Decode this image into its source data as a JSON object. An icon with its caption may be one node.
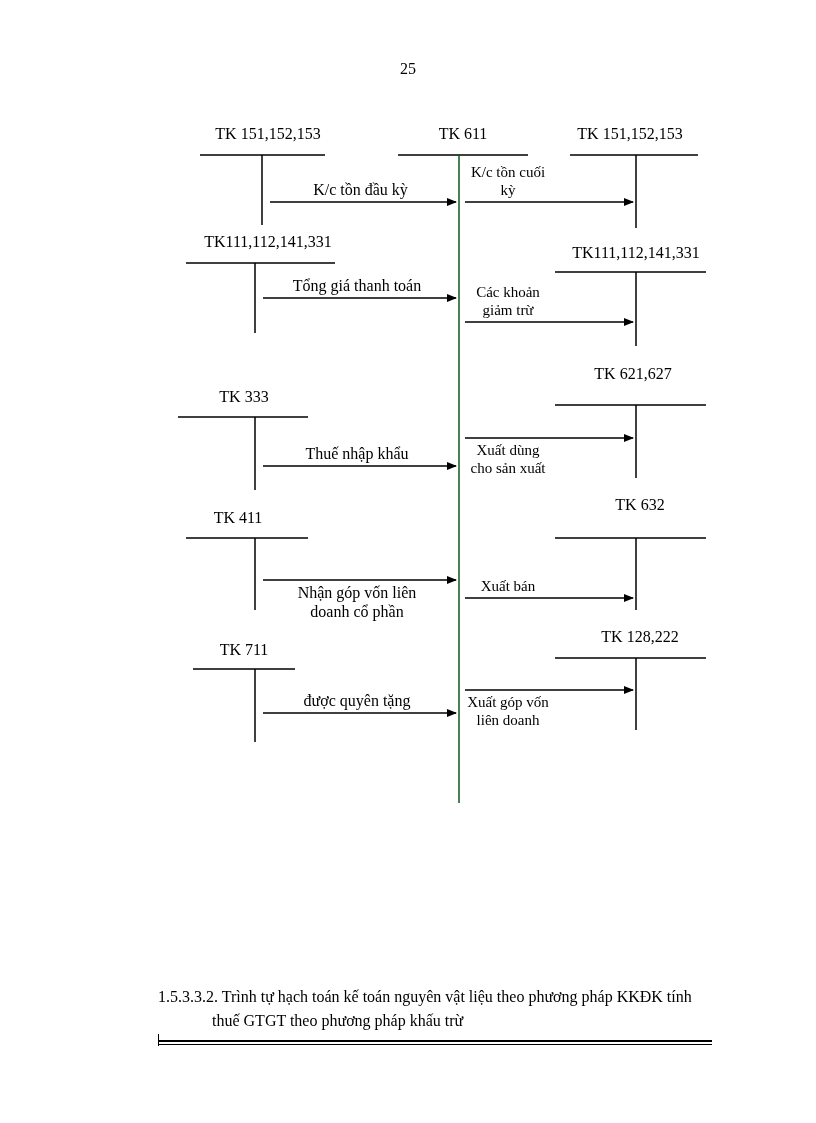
{
  "diagram": {
    "caption": "1.5.3.3.2. Trình tự hạch toán kế toán nguyên vật liệu theo phương pháp KKĐK tính thuế GTGT theo phương pháp khấu trừ",
    "nodes": [
      {
        "text": [
          "TK 151,152,153"
        ]
      },
      {
        "text": [
          "TK 611"
        ]
      },
      {
        "text": [
          "TK 151,152,153"
        ]
      },
      {
        "text": [
          "TK111,112,141,331"
        ]
      },
      {
        "text": [
          "TK111,112,141,331"
        ]
      },
      {
        "text": [
          "TK 621,627"
        ]
      },
      {
        "text": [
          "TK 333"
        ]
      },
      {
        "text": [
          "TK 632"
        ]
      },
      {
        "text": [
          "TK 411"
        ]
      },
      {
        "text": [
          "TK 128,222"
        ]
      },
      {
        "text": [
          "TK 711"
        ]
      }
    ],
    "edges": [
      {
        "from": 0,
        "to": 1,
        "arrow": "to",
        "label": "K/c tồn đầu kỳ"
      },
      {
        "from": 1,
        "to": 2,
        "arrow": "to",
        "label": "K/c tồn cuối kỳ"
      },
      {
        "from": 3,
        "to": 1,
        "arrow": "to",
        "label": "Tổng giá thanh toán"
      },
      {
        "from": 1,
        "to": 4,
        "arrow": "to",
        "label": "Các khoản giảm trừ"
      },
      {
        "from": 6,
        "to": 1,
        "arrow": "to",
        "label": "Thuế nhập khẩu"
      },
      {
        "from": 1,
        "to": 5,
        "arrow": "to",
        "label": "Xuất dùng cho sản xuất"
      },
      {
        "from": 8,
        "to": 1,
        "arrow": "to",
        "label": "Nhận góp vốn liên doanh cổ phần"
      },
      {
        "from": 1,
        "to": 7,
        "arrow": "to",
        "label": "Xuất bán"
      },
      {
        "from": 10,
        "to": 1,
        "arrow": "to",
        "label": "được quyên tặng"
      },
      {
        "from": 1,
        "to": 9,
        "arrow": "to",
        "label": "Xuất góp vốn liên doanh"
      }
    ],
    "labels": [
      "25"
    ]
  }
}
